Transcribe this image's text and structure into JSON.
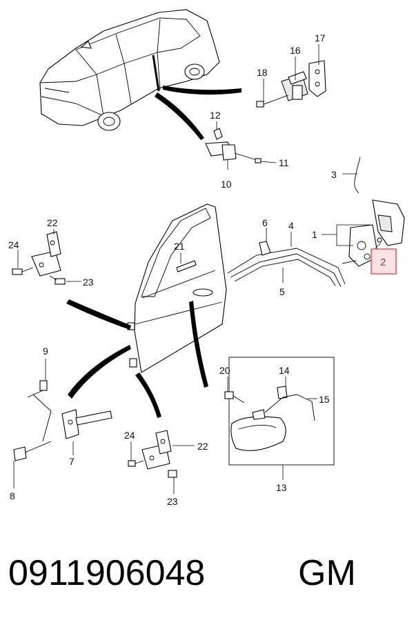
{
  "callouts": {
    "c1": "1",
    "c2": "2",
    "c3": "3",
    "c4": "4",
    "c5": "5",
    "c6": "6",
    "c7": "7",
    "c8": "8",
    "c9": "9",
    "c10": "10",
    "c11": "11",
    "c12": "12",
    "c13": "13",
    "c14": "14",
    "c15": "15",
    "c16": "16",
    "c17": "17",
    "c18": "18",
    "c20": "20",
    "c21": "21",
    "c22a": "22",
    "c22b": "22",
    "c23a": "23",
    "c23b": "23",
    "c24a": "24",
    "c24b": "24"
  },
  "footer": {
    "part_number": "0911906048",
    "brand": "GM"
  },
  "highlight_color": "#e0393e",
  "highlight_fill": "#fbe3e4"
}
